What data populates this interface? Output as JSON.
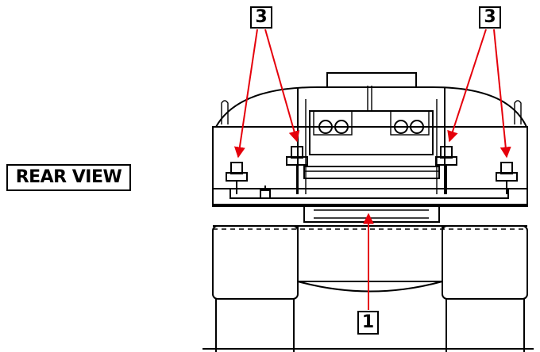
{
  "view_label": "REAR VIEW",
  "callouts": {
    "left": "3",
    "right": "3",
    "bottom": "1"
  },
  "colors": {
    "arrow": "#e5000b",
    "line": "#000000",
    "background": "#ffffff"
  }
}
